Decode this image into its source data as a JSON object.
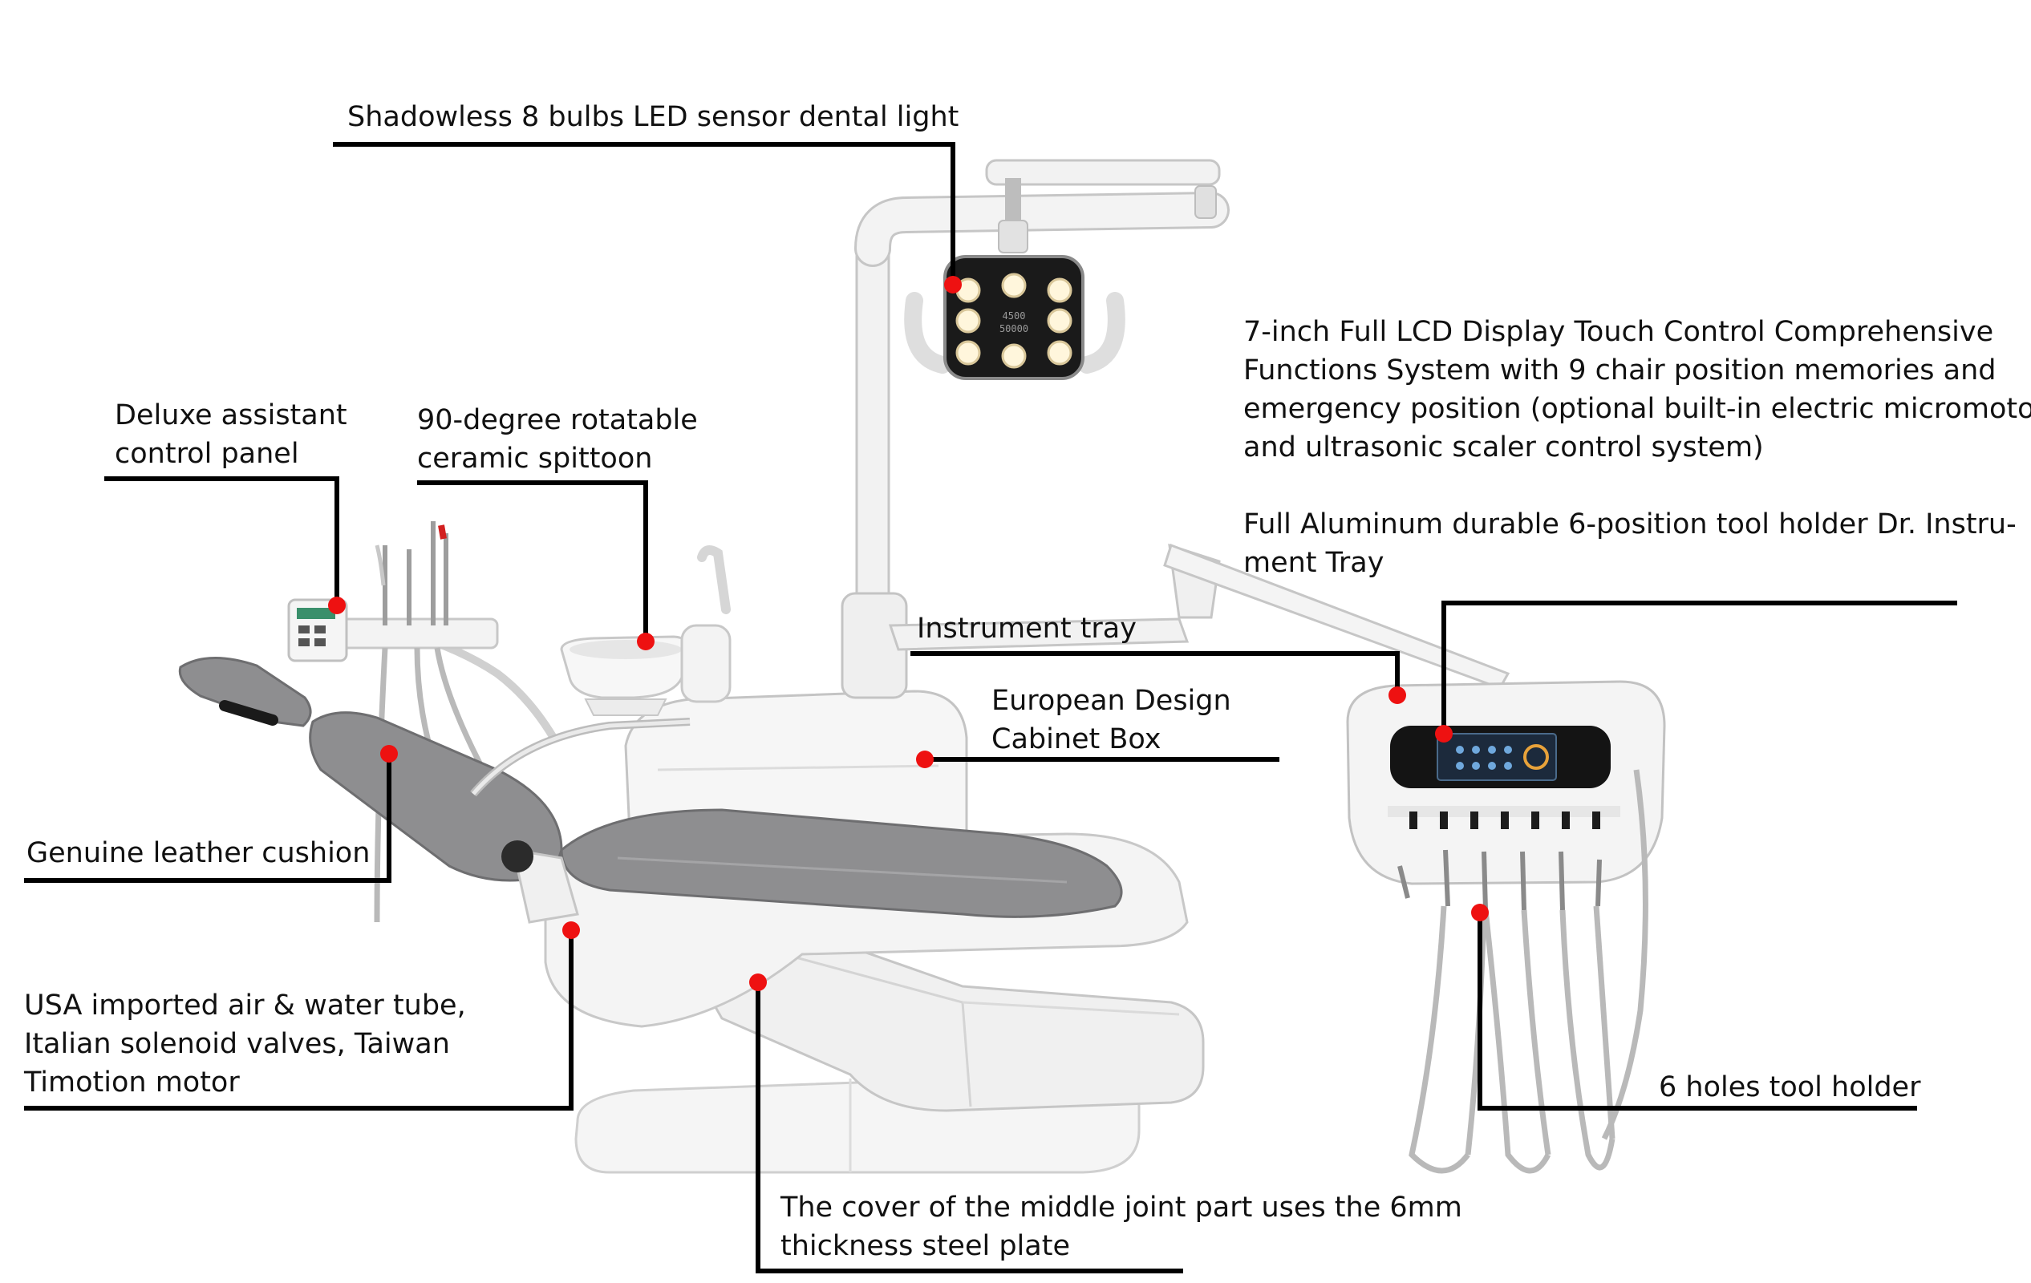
{
  "colors": {
    "leader": "#000000",
    "dot": "#ee1111",
    "text": "#111111",
    "leather": "#8e8e90",
    "leather_dark": "#6e6e70",
    "white_body": "#f3f3f3",
    "outline": "#c8c8c8",
    "hose": "#b9b9b9",
    "screen": "#1c2a3c",
    "lamp_face": "#1a1a1a",
    "bulb": "#fff6dc"
  },
  "icons": [
    "dental-chair-illustration",
    "dental-light-icon",
    "spittoon-icon",
    "doctor-tray-icon",
    "assistant-panel-icon"
  ],
  "lamp_display": {
    "line1": "4500",
    "line2": "50000"
  },
  "callouts": {
    "light": [
      "Shadowless 8 bulbs LED sensor dental light"
    ],
    "lcd": [
      "7-inch Full LCD Display Touch Control Comprehensive",
      "Functions System with 9 chair position memories and",
      "emergency position (optional built-in electric micromotor",
      "and ultrasonic scaler control system)"
    ],
    "aluminum": [
      "Full Aluminum durable 6-position tool holder Dr. Instru-",
      "ment Tray"
    ],
    "assistant": [
      "Deluxe assistant",
      "control panel"
    ],
    "spittoon": [
      "90-degree rotatable",
      "ceramic spittoon"
    ],
    "tray": [
      "Instrument tray"
    ],
    "cabinet": [
      "European Design",
      "Cabinet Box"
    ],
    "cushion": [
      "Genuine leather cushion"
    ],
    "tubes": [
      "USA imported air & water tube,",
      "Italian solenoid valves, Taiwan",
      "Timotion motor"
    ],
    "holes": [
      "6 holes tool holder"
    ],
    "steel": [
      "The cover of the middle joint part uses the 6mm",
      "thickness steel plate"
    ]
  }
}
